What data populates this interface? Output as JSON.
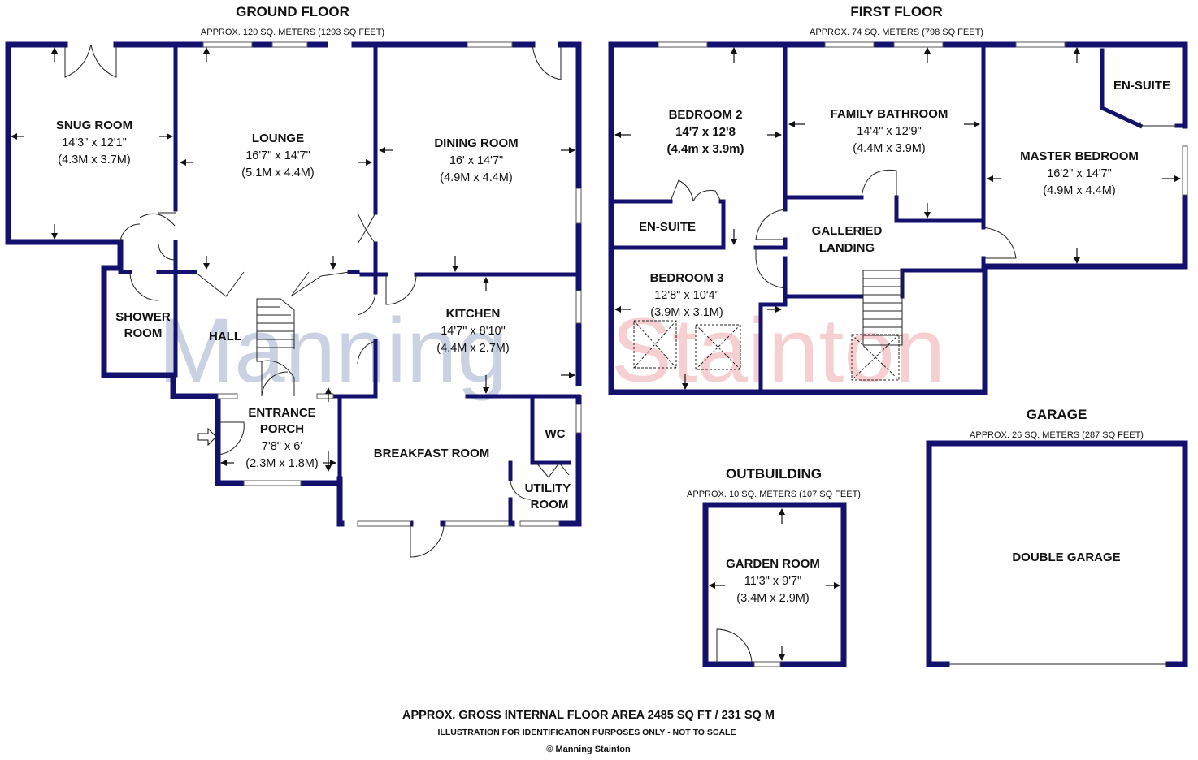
{
  "watermark": {
    "text_a": "Manning",
    "text_b": "Stainton",
    "color_a": "#c9d1e3",
    "color_b": "#f6cfd3"
  },
  "colors": {
    "wall": "#14106e"
  },
  "floors": {
    "ground": {
      "title": "GROUND FLOOR",
      "area": "APPROX. 120 SQ. METERS (1293 SQ FEET)"
    },
    "first": {
      "title": "FIRST FLOOR",
      "area": "APPROX. 74 SQ. METERS (798 SQ FEET)"
    },
    "garage": {
      "title": "GARAGE",
      "area": "APPROX. 26 SQ. METERS (287 SQ FEET)"
    },
    "outbuilding": {
      "title": "OUTBUILDING",
      "area": "APPROX. 10 SQ. METERS (107 SQ FEET)"
    }
  },
  "rooms": {
    "snug": {
      "name": "SNUG ROOM",
      "dim1": "14'3\" x 12'1\"",
      "dim2": "(4.3M x 3.7M)"
    },
    "lounge": {
      "name": "LOUNGE",
      "dim1": "16'7\" x 14'7\"",
      "dim2": "(5.1M x 4.4M)"
    },
    "dining": {
      "name": "DINING ROOM",
      "dim1": "16' x 14'7\"",
      "dim2": "(4.9M x 4.4M)"
    },
    "shower": {
      "name1": "SHOWER",
      "name2": "ROOM"
    },
    "hall": {
      "name": "HALL"
    },
    "kitchen": {
      "name": "KITCHEN",
      "dim1": "14'7\" x 8'10\"",
      "dim2": "(4.4M x 2.7M)"
    },
    "porch": {
      "name1": "ENTRANCE",
      "name2": "PORCH",
      "dim1": "7'8\" x 6'",
      "dim2": "(2.3M x 1.8M)"
    },
    "breakfast": {
      "name": "BREAKFAST ROOM"
    },
    "wc": {
      "name": "WC"
    },
    "utility": {
      "name1": "UTILITY",
      "name2": "ROOM"
    },
    "bedroom2": {
      "name": "BEDROOM 2",
      "dim1": "14'7 x 12'8",
      "dim2": "(4.4m x 3.9m)"
    },
    "bathroom": {
      "name": "FAMILY BATHROOM",
      "dim1": "14'4\" x 12'9\"",
      "dim2": "(4.4M x 3.9M)"
    },
    "ensuite_master": {
      "name": "EN-SUITE"
    },
    "master": {
      "name": "MASTER BEDROOM",
      "dim1": "16'2\" x 14'7\"",
      "dim2": "(4.9M x 4.4M)"
    },
    "ensuite_b2": {
      "name": "EN-SUITE"
    },
    "landing": {
      "name1": "GALLERIED",
      "name2": "LANDING"
    },
    "bedroom3": {
      "name": "BEDROOM 3",
      "dim1": "12'8\" x 10'4\"",
      "dim2": "(3.9M x 3.1M)"
    },
    "garden": {
      "name": "GARDEN ROOM",
      "dim1": "11'3\" x 9'7\"",
      "dim2": "(3.4M x 2.9M)"
    },
    "double_garage": {
      "name": "DOUBLE GARAGE"
    }
  },
  "footer": {
    "line1": "APPROX. GROSS INTERNAL FLOOR AREA 2485 SQ FT / 231 SQ M",
    "line2": "ILLUSTRATION FOR IDENTIFICATION PURPOSES ONLY - NOT TO SCALE",
    "line3": "© Manning Stainton"
  }
}
